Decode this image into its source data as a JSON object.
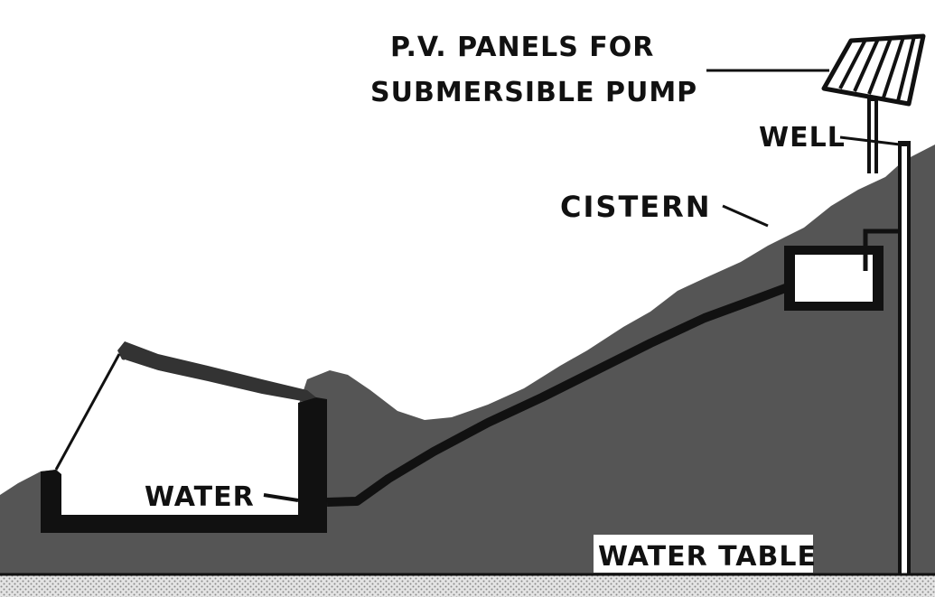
{
  "labels": {
    "pv_line1": "P.V. PANELS FOR",
    "pv_line2": "SUBMERSIBLE PUMP",
    "well": "WELL",
    "cistern": "CISTERN",
    "water": "WATER",
    "water_table": "WATER TABLE"
  },
  "colors": {
    "earth": "#555555",
    "ink": "#111111",
    "sky": "#ffffff",
    "water_table": "#dcdcdc"
  }
}
